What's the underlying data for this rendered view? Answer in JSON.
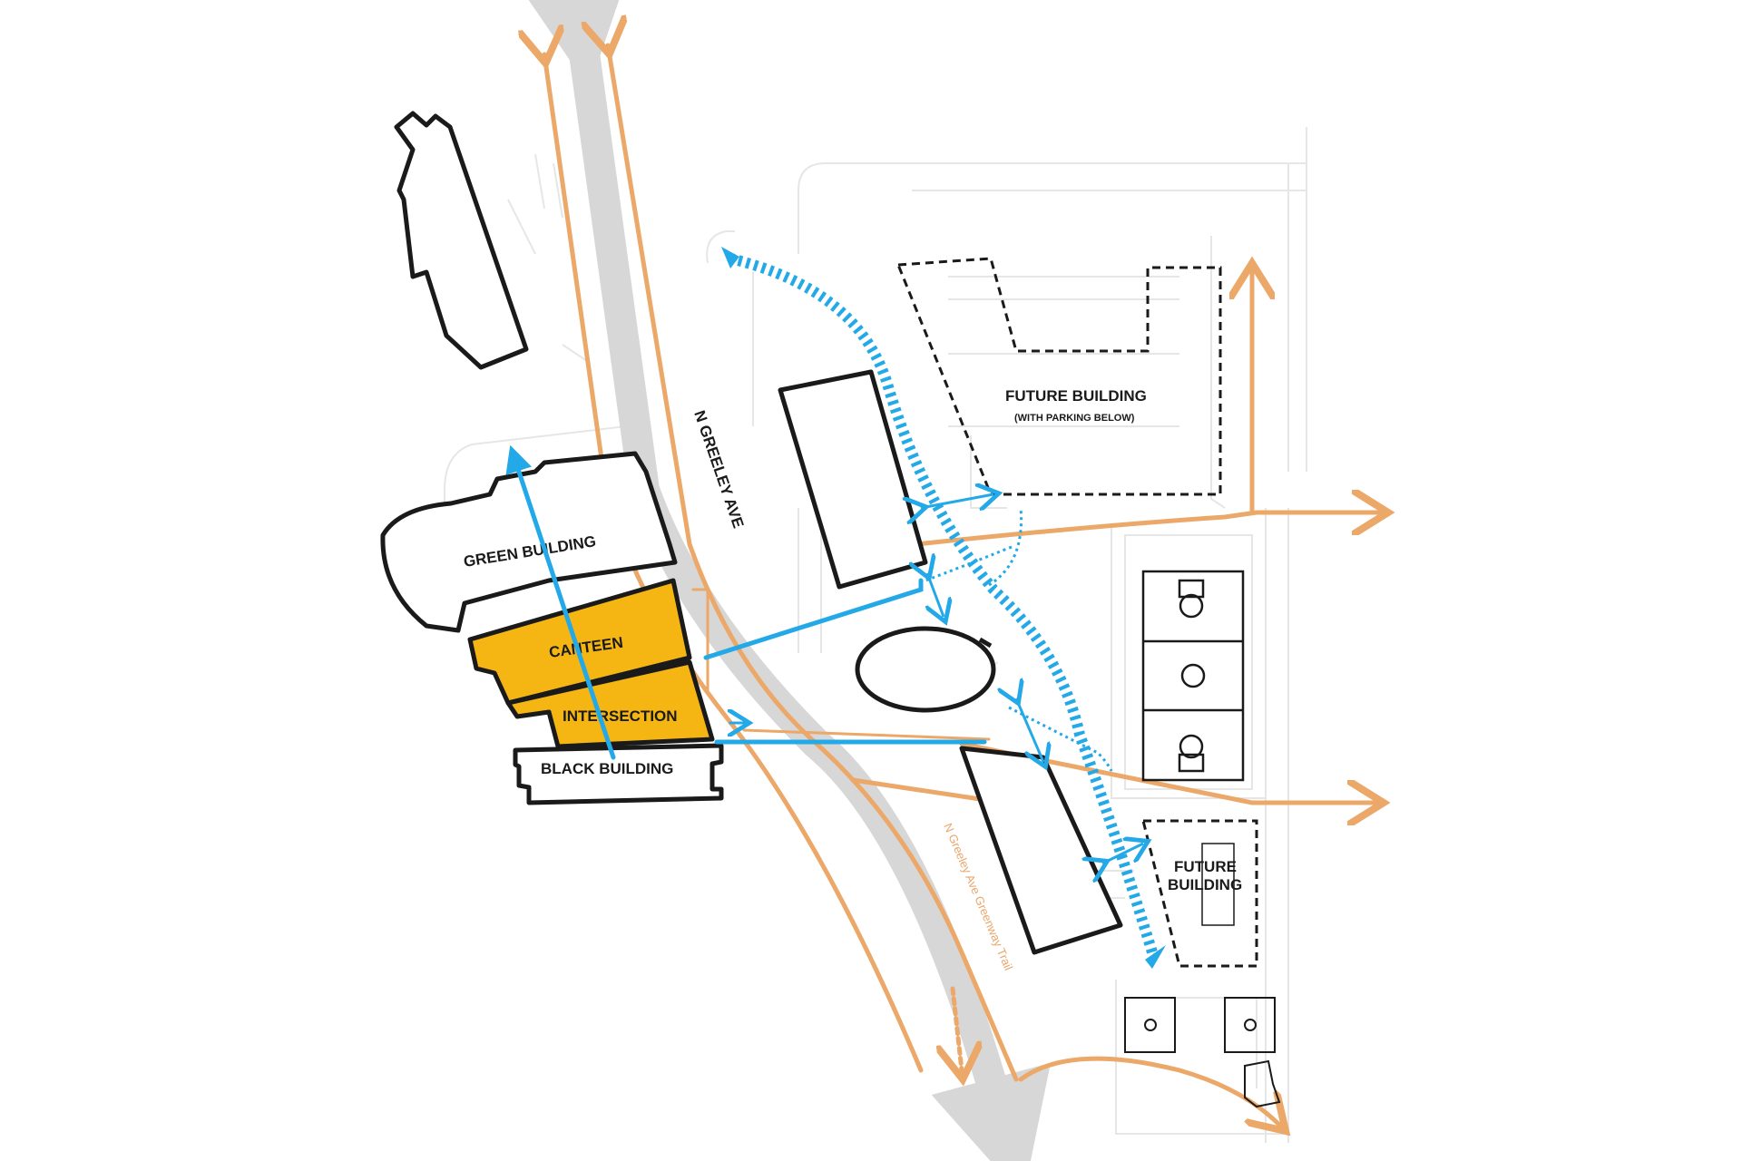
{
  "map": {
    "road": {
      "name": "N GREELEY AVE"
    },
    "trail": {
      "name": "N Greeley Ave Greenway Trail"
    },
    "buildings": {
      "green": "GREEN BUILDING",
      "canteen": "CANTEEN",
      "intersection": "INTERSECTION",
      "black": "BLACK BUILDING",
      "future_large": "FUTURE BUILDING",
      "future_large_note": "(WITH PARKING BELOW)",
      "future_small_line1": "FUTURE",
      "future_small_line2": "BUILDING"
    },
    "colors": {
      "background": "#ffffff",
      "road": "#d7d7d7",
      "site_lines": "#e4e4e4",
      "trail_orange": "#eba868",
      "circulation_blue": "#24a9e8",
      "highlight_yellow": "#f5b614",
      "outline": "#1a1a1a"
    }
  }
}
